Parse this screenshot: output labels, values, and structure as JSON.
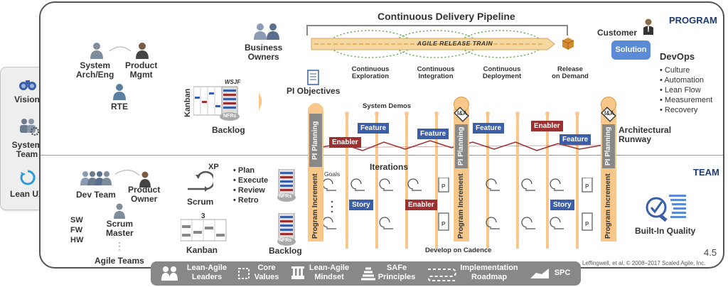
{
  "pipeline": {
    "title": "Continuous Delivery Pipeline",
    "art": "AGILE RELEASE TRAIN",
    "steps": [
      "Continuous\nExploration",
      "Continuous\nIntegration",
      "Continuous\nDeployment",
      "Release\non Demand"
    ]
  },
  "levels": {
    "program": "PROGRAM",
    "team": "TEAM"
  },
  "left_panel": [
    "Vision",
    "System\nTeam",
    "Lean UX"
  ],
  "program_roles": {
    "system_arch": "System\nArch/Eng",
    "product_mgmt": "Product\nMgmt",
    "rte": "RTE",
    "business_owners": "Business\nOwners",
    "customer": "Customer",
    "solution": "Solution"
  },
  "program_backlog": {
    "kanban": "Kanban",
    "wsjf": "WSJF",
    "nfrs": "NFRs",
    "backlog": "Backlog"
  },
  "pi_objectives": "PI Objectives",
  "system_demos": "System Demos",
  "devops": {
    "title": "DevOps",
    "items": [
      "Culture",
      "Automation",
      "Lean Flow",
      "Measurement",
      "Recovery"
    ]
  },
  "program_flags": {
    "feature": "Feature",
    "enabler": "Enabler"
  },
  "arch_runway": "Architectural\nRunway",
  "ia": "I&A",
  "pi_planning": "PI Planning",
  "program_increment": "Program Increment",
  "team_roles": {
    "dev_team": "Dev Team",
    "product_owner": "Product\nOwner",
    "scrum_master": "Scrum\nMaster",
    "sw_fw_hw": [
      "SW",
      "FW",
      "HW"
    ],
    "agile_teams": "Agile Teams"
  },
  "team_methods": {
    "xp": "XP",
    "scrum": "Scrum",
    "kanban": "Kanban",
    "kanban_num": "3",
    "bullets": [
      "Plan",
      "Execute",
      "Review",
      "Retro"
    ],
    "nfrs": "NFRs",
    "backlog": "Backlog"
  },
  "iterations": {
    "title": "Iterations",
    "goals": "Goals",
    "story": "Story",
    "enabler": "Enabler",
    "p": "P"
  },
  "develop_on_cadence": "Develop on Cadence",
  "built_in_quality": "Built-In Quality",
  "version": "4.5",
  "copyright": "Leffingwell, et al. © 2008–2017 Scaled Agile, Inc.",
  "bottom_bar": [
    {
      "label": "Lean-Agile\nLeaders",
      "icon": "people-icon"
    },
    {
      "label": "Core\nValues",
      "icon": "core-values-icon"
    },
    {
      "label": "Lean-Agile\nMindset",
      "icon": "mindset-icon"
    },
    {
      "label": "SAFe\nPrinciples",
      "icon": "principles-icon"
    },
    {
      "label": "Implementation\nRoadmap",
      "icon": "roadmap-icon"
    },
    {
      "label": "SPC",
      "icon": "spc-icon"
    }
  ],
  "colors": {
    "navy": "#1f3a6d",
    "blue": "#3b5ea8",
    "red": "#9c2f2f",
    "orange": "#f7c88a",
    "arrow": "#f5d7a0",
    "grey": "#888888"
  }
}
